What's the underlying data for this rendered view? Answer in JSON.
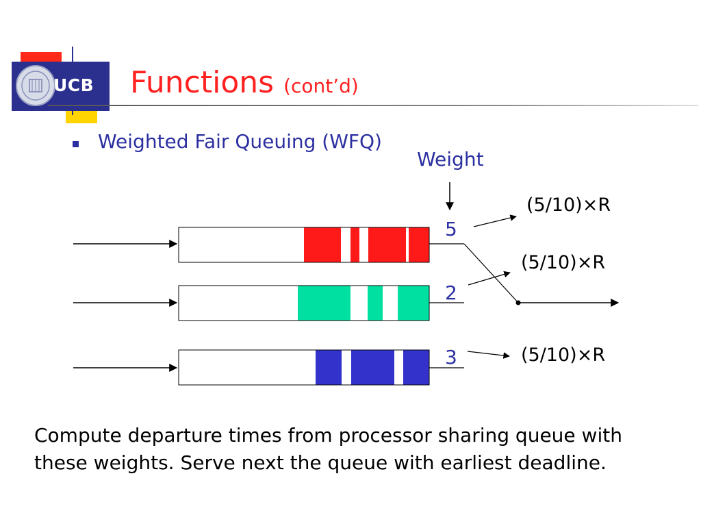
{
  "header": {
    "logo_text": "UCB",
    "title": "Functions",
    "title_suffix": "(cont’d)"
  },
  "bullet": "Weighted Fair Queuing (WFQ)",
  "diagram": {
    "weight_label": "Weight",
    "queues": [
      {
        "weight": "5",
        "rate": "(5/10)×R",
        "color": "#ff1a1a"
      },
      {
        "weight": "2",
        "rate": "(5/10)×R",
        "color": "#00e0a0"
      },
      {
        "weight": "3",
        "rate": "(5/10)×R",
        "color": "#3333cc"
      }
    ]
  },
  "caption": {
    "line1": "Compute departure times from processor sharing queue with",
    "line2": "these weights.  Serve next the queue with earliest deadline."
  }
}
